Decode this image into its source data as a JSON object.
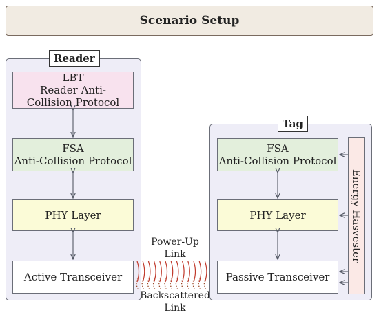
{
  "title": "Scenario Setup",
  "reader": {
    "label": "Reader",
    "lbt_line1": "LBT",
    "lbt_line2": "Reader Anti-",
    "lbt_line3": "Collision Protocol",
    "fsa_line1": "FSA",
    "fsa_line2": "Anti-Collision Protocol",
    "phy": "PHY Layer",
    "transceiver": "Active Transceiver"
  },
  "tag": {
    "label": "Tag",
    "fsa_line1": "FSA",
    "fsa_line2": "Anti-Collision Protocol",
    "phy": "PHY Layer",
    "transceiver": "Passive Transceiver",
    "energy": "Energy Hasvester"
  },
  "links": {
    "powerup_line1": "Power-Up",
    "powerup_line2": "Link",
    "backscatter_line1": "Backscattered",
    "backscatter_line2": "Link"
  },
  "colors": {
    "powerup_wave": "#c0392b",
    "backscatter_wave": "#9b4a2a",
    "arrow": "#555a66"
  }
}
